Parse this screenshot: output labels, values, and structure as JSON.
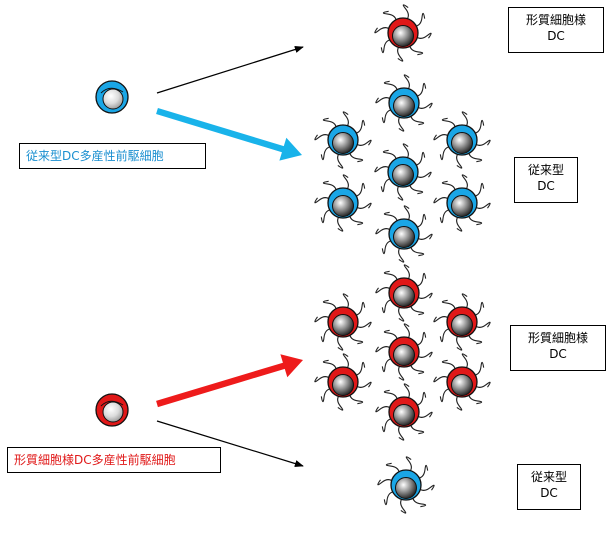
{
  "colors": {
    "cdc_blue": "#1aa6e6",
    "pdc_red": "#e01818",
    "blue_arrow": "#19b3ea",
    "red_arrow": "#ee1b1b",
    "nucleus_dark": "#222222",
    "nucleus_light": "#ffffff",
    "outline": "#111111"
  },
  "progenitors": {
    "cdp": {
      "label": "従来型DC多産性前駆細胞",
      "cell_type": "cdc"
    },
    "pdp": {
      "label": "形質細胞様DC多産性前駆細胞",
      "cell_type": "pdc"
    }
  },
  "outputs": {
    "top_pdc": {
      "line1": "形質細胞様",
      "line2": "DC"
    },
    "top_cdc": {
      "line1": "従来型",
      "line2": "DC"
    },
    "bottom_pdc": {
      "line1": "形質細胞様",
      "line2": "DC"
    },
    "bottom_cdc": {
      "line1": "従来型",
      "line2": "DC"
    }
  },
  "arrows": [
    {
      "id": "cdp-to-pdc",
      "style": "thin"
    },
    {
      "id": "cdp-to-cdc",
      "style": "thick-blue"
    },
    {
      "id": "pdp-to-pdc",
      "style": "thick-red"
    },
    {
      "id": "pdp-to-cdc",
      "style": "thin"
    }
  ],
  "icons": [
    "pdc-cell-icon",
    "cdc-cell-icon",
    "progenitor-cell-icon"
  ]
}
